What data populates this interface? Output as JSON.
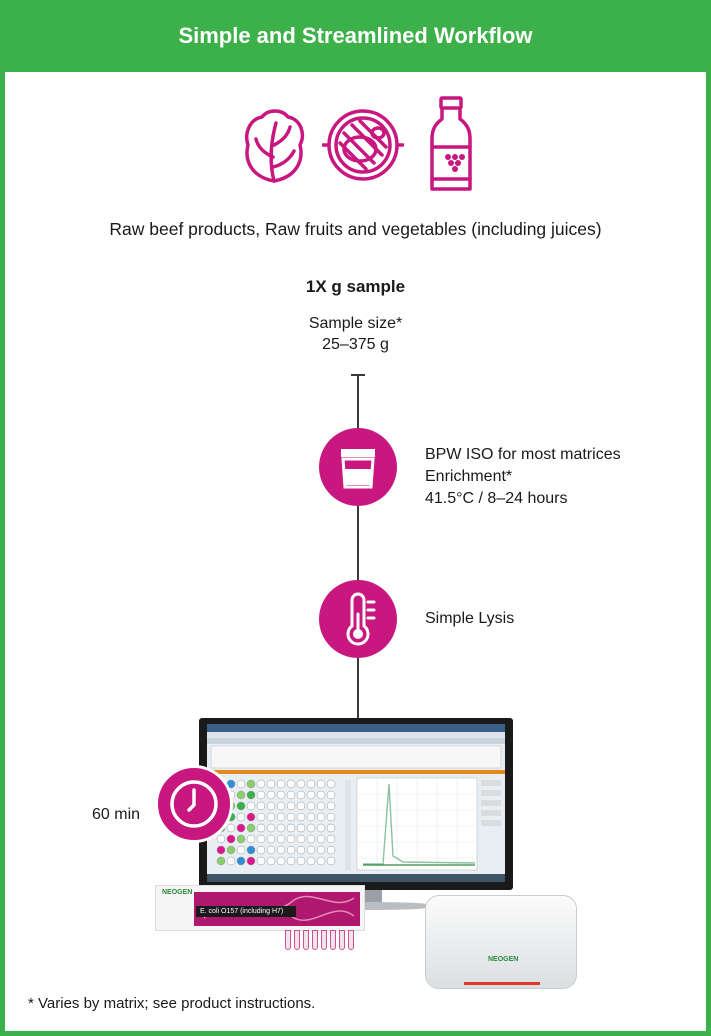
{
  "header": {
    "title": "Simple and Streamlined Workflow"
  },
  "icons": [
    "lettuce-icon",
    "grilled-steak-icon",
    "juice-bottle-icon"
  ],
  "matrices": "Raw beef products, Raw fruits and vegetables (including juices)",
  "sample": {
    "title": "1X g sample",
    "size_label": "Sample size*",
    "size_range": "25–375 g"
  },
  "steps": [
    {
      "icon": "enrichment-container-icon",
      "lines": [
        "BPW ISO for most matrices",
        "Enrichment*",
        "41.5°C / 8–24 hours"
      ]
    },
    {
      "icon": "thermometer-icon",
      "lines": [
        "Simple Lysis"
      ]
    }
  ],
  "detection": {
    "icon": "clock-icon",
    "time": "60 min"
  },
  "kit": {
    "logo": "NEOGEN",
    "label": "E. coli O157 (including H7)"
  },
  "instrument": {
    "logo": "NEOGEN"
  },
  "footnote": "* Varies by matrix; see product instructions.",
  "colors": {
    "brand_green": "#3db149",
    "accent_magenta": "#c8177f",
    "text": "#1a1a1a"
  }
}
